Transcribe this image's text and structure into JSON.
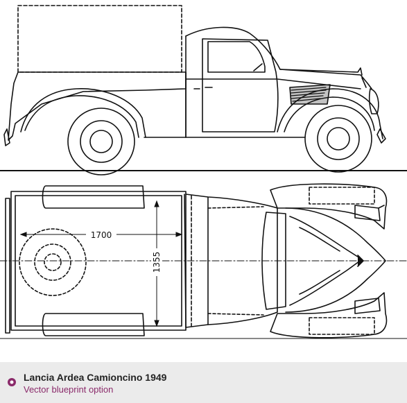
{
  "caption": {
    "title": "Lancia Ardea Camioncino 1949",
    "subtitle": "Vector blueprint option"
  },
  "dimensions": {
    "length_label": "1700",
    "width_label": "1355"
  },
  "colors": {
    "ink": "#111111",
    "caption_bg": "#ebebeb",
    "accent": "#8a2a6a"
  },
  "icons": {
    "caption_bullet": "circle-bullet-icon"
  }
}
